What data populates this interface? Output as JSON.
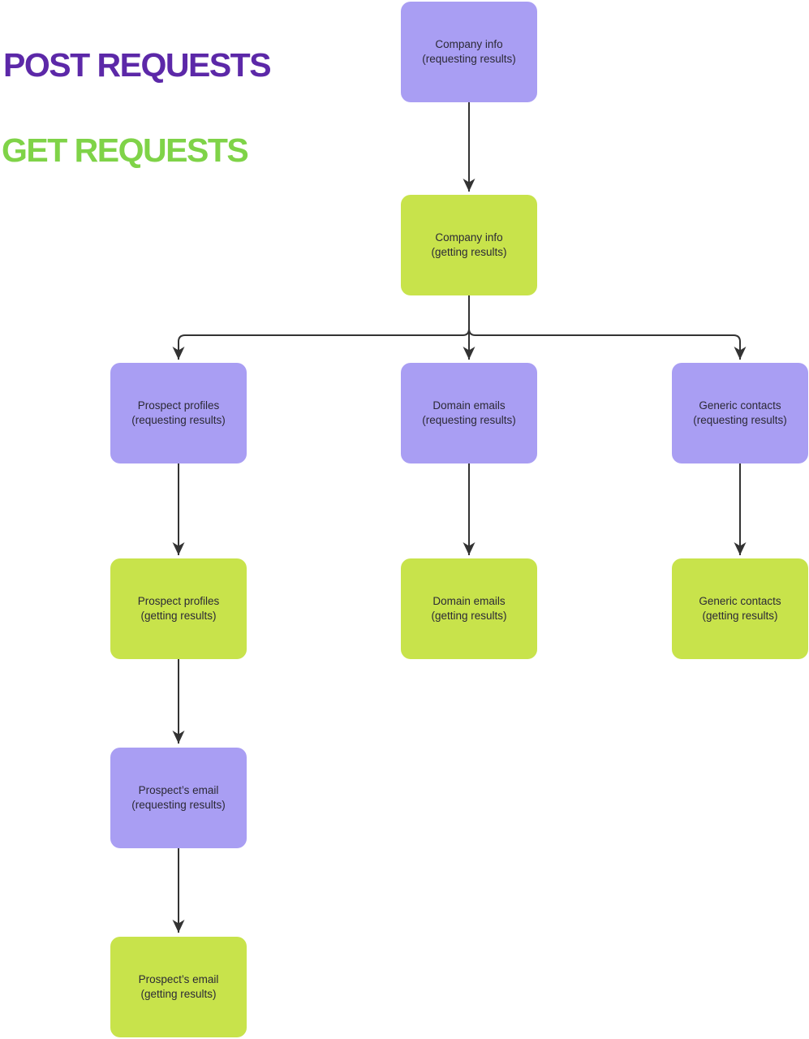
{
  "legend": {
    "post_label": "POST REQUESTS",
    "get_label": "GET REQUESTS"
  },
  "colors": {
    "post_fill": "#a99ef3",
    "get_fill": "#c8e34b",
    "post_heading": "#5c28a8",
    "get_heading": "#7fd348",
    "arrow": "#333333",
    "box_text": "#2b2935"
  },
  "nodes": [
    {
      "id": "company-info-requesting",
      "type": "POST",
      "line1": "Company info",
      "line2": "(requesting results)"
    },
    {
      "id": "company-info-getting",
      "type": "GET",
      "line1": "Company info",
      "line2": "(getting results)"
    },
    {
      "id": "prospect-profiles-requesting",
      "type": "POST",
      "line1": "Prospect profiles",
      "line2": "(requesting results)"
    },
    {
      "id": "domain-emails-requesting",
      "type": "POST",
      "line1": "Domain emails",
      "line2": "(requesting results)"
    },
    {
      "id": "generic-contacts-requesting",
      "type": "POST",
      "line1": "Generic contacts",
      "line2": "(requesting results)"
    },
    {
      "id": "prospect-profiles-getting",
      "type": "GET",
      "line1": "Prospect profiles",
      "line2": "(getting results)"
    },
    {
      "id": "domain-emails-getting",
      "type": "GET",
      "line1": "Domain emails",
      "line2": "(getting results)"
    },
    {
      "id": "generic-contacts-getting",
      "type": "GET",
      "line1": "Generic contacts",
      "line2": "(getting results)"
    },
    {
      "id": "prospects-email-requesting",
      "type": "POST",
      "line1": "Prospect’s email",
      "line2": "(requesting results)"
    },
    {
      "id": "prospects-email-getting",
      "type": "GET",
      "line1": "Prospect’s email",
      "line2": "(getting results)"
    }
  ],
  "edges": [
    {
      "from": "company-info-requesting",
      "to": "company-info-getting"
    },
    {
      "from": "company-info-getting",
      "to": "prospect-profiles-requesting"
    },
    {
      "from": "company-info-getting",
      "to": "domain-emails-requesting"
    },
    {
      "from": "company-info-getting",
      "to": "generic-contacts-requesting"
    },
    {
      "from": "prospect-profiles-requesting",
      "to": "prospect-profiles-getting"
    },
    {
      "from": "domain-emails-requesting",
      "to": "domain-emails-getting"
    },
    {
      "from": "generic-contacts-requesting",
      "to": "generic-contacts-getting"
    },
    {
      "from": "prospect-profiles-getting",
      "to": "prospects-email-requesting"
    },
    {
      "from": "prospects-email-requesting",
      "to": "prospects-email-getting"
    }
  ]
}
